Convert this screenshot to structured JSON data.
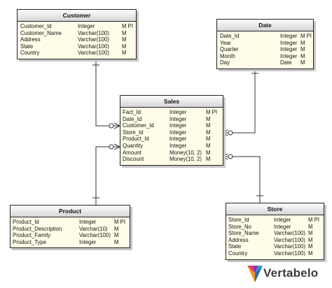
{
  "tables": [
    {
      "id": "customer",
      "title": "Customer",
      "columns": [
        [
          "Customer_Id",
          "Integer",
          "M PI"
        ],
        [
          "Customer_Name",
          "Varchar(100)",
          "M"
        ],
        [
          "Address",
          "Varchar(100)",
          "M"
        ],
        [
          "State",
          "Varchar(100)",
          "M"
        ],
        [
          "Country",
          "Varchar(100)",
          "M"
        ]
      ]
    },
    {
      "id": "date",
      "title": "Date",
      "columns": [
        [
          "Date_Id",
          "Integer",
          "M PI"
        ],
        [
          "Year",
          "Integer",
          "M"
        ],
        [
          "Quarter",
          "Integer",
          "M"
        ],
        [
          "Month",
          "Integer",
          "M"
        ],
        [
          "Day",
          "Date",
          "M"
        ]
      ]
    },
    {
      "id": "sales",
      "title": "Sales",
      "columns": [
        [
          "Fact_Id",
          "Integer",
          "M PI"
        ],
        [
          "Date_Id",
          "Integer",
          "M"
        ],
        [
          "Customer_Id",
          "Integer",
          "M"
        ],
        [
          "Store_Id",
          "Integer",
          "M"
        ],
        [
          "Product_Id",
          "Integer",
          "M"
        ],
        [
          "Quantity",
          "Integer",
          "M"
        ],
        [
          "Amount",
          "Money(10, 2)",
          "M"
        ],
        [
          "Discount",
          "Money(10, 2)",
          "M"
        ]
      ]
    },
    {
      "id": "product",
      "title": "Product",
      "columns": [
        [
          "Product_Id",
          "Integer",
          "M PI"
        ],
        [
          "Product_Description",
          "Varchar(10)",
          "M"
        ],
        [
          "Product_Family",
          "Varchar(100)",
          "M"
        ],
        [
          "Product_Type",
          "Integer",
          "M"
        ]
      ]
    },
    {
      "id": "store",
      "title": "Store",
      "columns": [
        [
          "Store_Id",
          "Integer",
          "M PI"
        ],
        [
          "Store_No",
          "Integer",
          "M"
        ],
        [
          "Store_Name",
          "Varchar(100)",
          "M"
        ],
        [
          "Address",
          "Varchar(100)",
          "M"
        ],
        [
          "State",
          "Varchar(100)",
          "M"
        ],
        [
          "Country",
          "Varchar(100)",
          "M"
        ]
      ]
    }
  ],
  "relationships": [
    {
      "from": "customer",
      "to": "sales",
      "cardinality": "one-to-many"
    },
    {
      "from": "date",
      "to": "sales",
      "cardinality": "one-to-many"
    },
    {
      "from": "product",
      "to": "sales",
      "cardinality": "one-to-many"
    },
    {
      "from": "store",
      "to": "sales",
      "cardinality": "one-to-many"
    }
  ],
  "logo": {
    "text": "Vertabelo",
    "colors": [
      "#e8318a",
      "#f7941d",
      "#7b3fa0",
      "#2b9fd8"
    ]
  },
  "colors": {
    "table_fill": "#fffde8",
    "border": "#222222"
  }
}
